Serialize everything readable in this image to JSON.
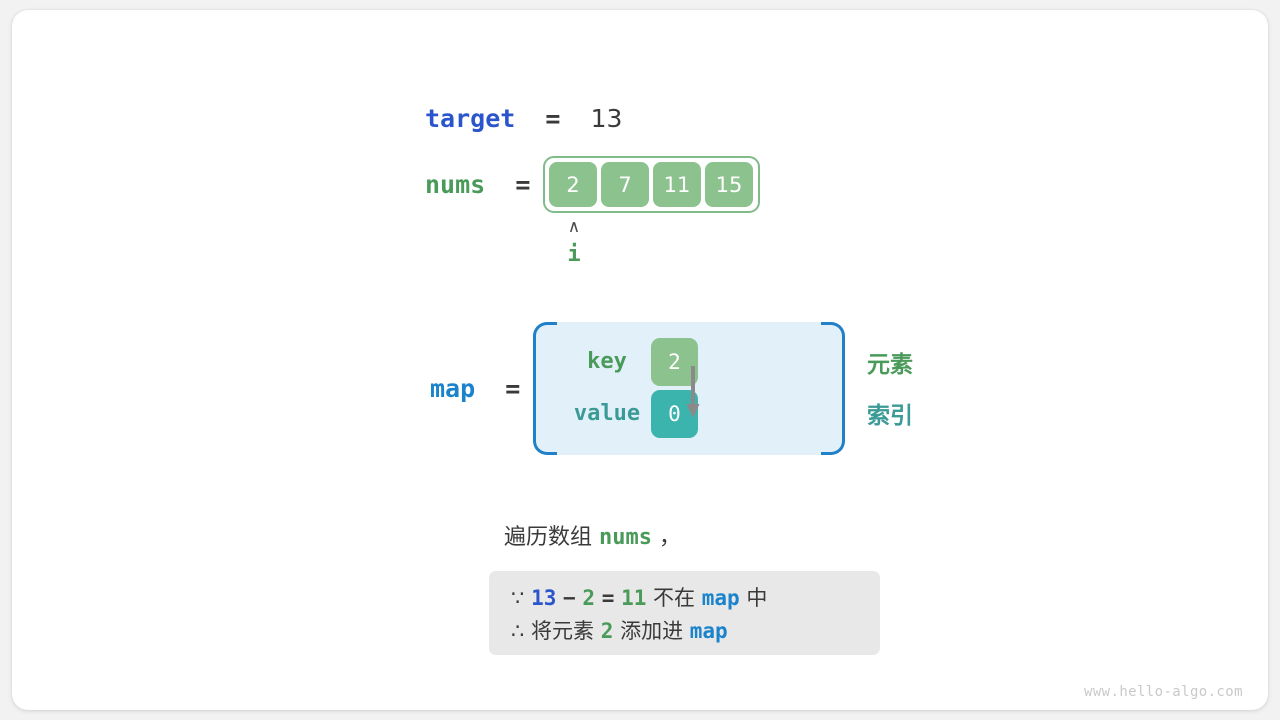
{
  "page": {
    "watermark": "www.hello-algo.com"
  },
  "target": {
    "name": "target",
    "equals": "=",
    "value": "13"
  },
  "nums": {
    "name": "nums",
    "equals": "=",
    "cells": [
      "2",
      "7",
      "11",
      "15"
    ],
    "pointer": {
      "caret": "∧",
      "label": "i",
      "index": 0
    }
  },
  "map": {
    "name": "map",
    "equals": "=",
    "rows": [
      {
        "label": "key",
        "cell": "2"
      },
      {
        "label": "value",
        "cell": "0"
      }
    ],
    "legend": {
      "element": "元素",
      "index": "索引"
    }
  },
  "explanation": {
    "line": "遍历数组 ",
    "code": "nums",
    "comma": " ，",
    "conclusion": {
      "line1": {
        "because": "∵",
        "a": "13",
        "minus": "−",
        "b": "2",
        "equals": "=",
        "result": "11",
        "text": " 不在 ",
        "map": "map",
        "tail": " 中"
      },
      "line2": {
        "therefore": "∴",
        "text": " 将元素 ",
        "value": "2",
        "text2": " 添加进 ",
        "map": "map"
      }
    }
  },
  "colors": {
    "green": "#4a9a5a",
    "teal": "#3a9a95",
    "blue_strong": "#2b55cc",
    "blue_light": "#1a83cb",
    "cell_green": "#8cc28e",
    "cell_teal": "#3cb4ae",
    "map_fill": "#e2f0fa",
    "map_border": "#2080c8",
    "box_gray": "#e8e8e8"
  }
}
